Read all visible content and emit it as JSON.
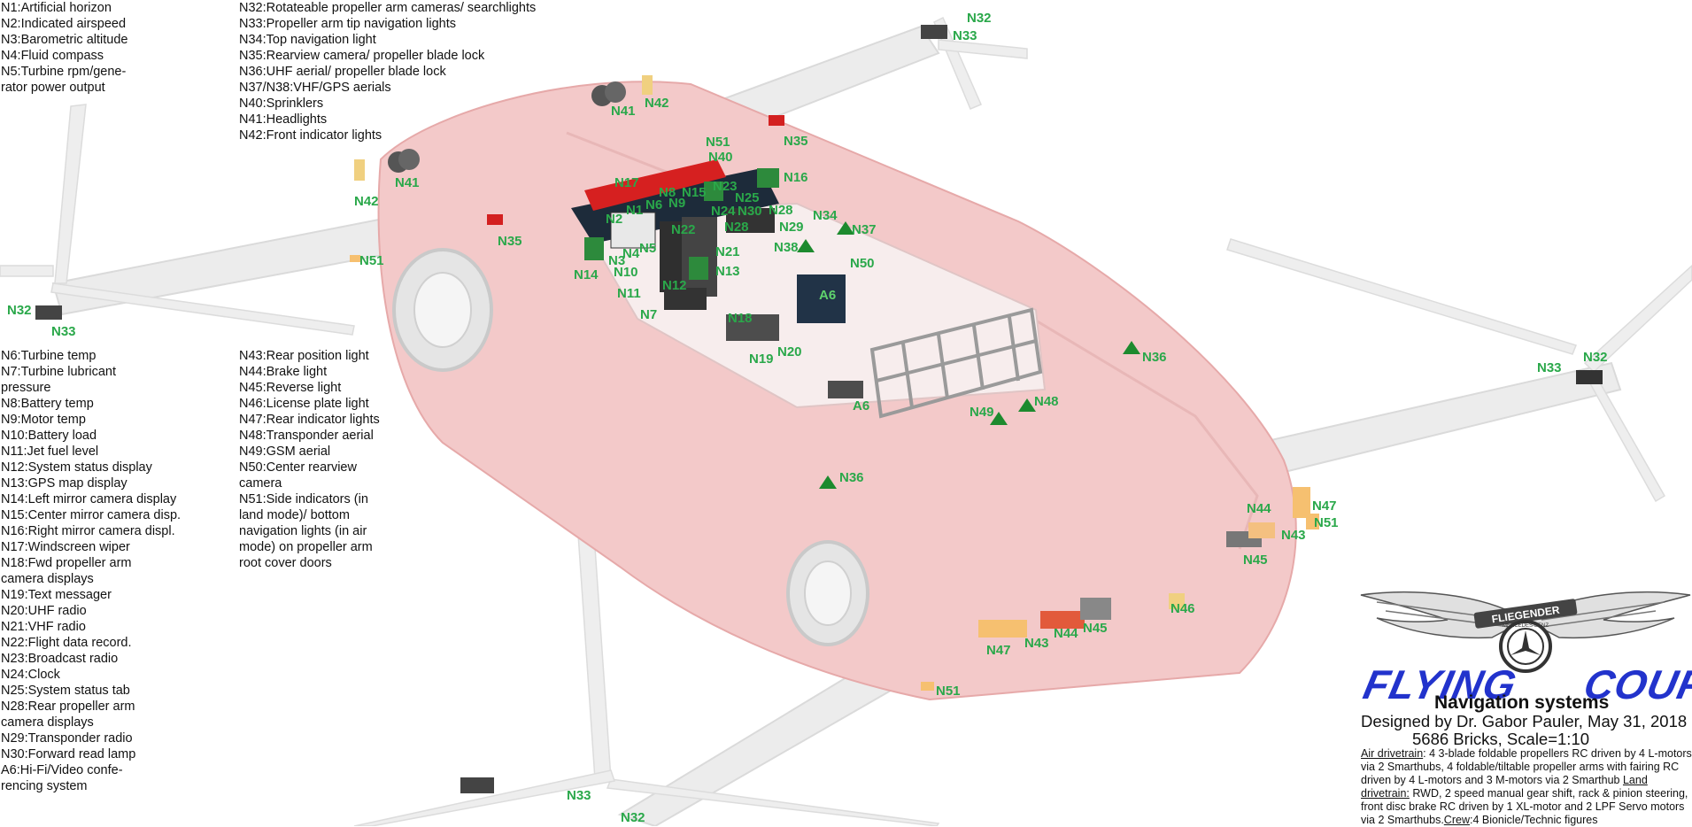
{
  "legend": {
    "col1": [
      "N1:Artificial horizon",
      "N2:Indicated airspeed",
      "N3:Barometric altitude",
      "N4:Fluid compass",
      "N5:Turbine rpm/gene-\nrator power output"
    ],
    "col2": [
      "N32:Rotateable propeller arm cameras/ searchlights",
      "N33:Propeller arm tip navigation lights",
      "N34:Top navigation light",
      "N35:Rearview camera/ propeller blade lock",
      "N36:UHF aerial/ propeller blade lock",
      "N37/N38:VHF/GPS aerials",
      "N40:Sprinklers",
      "N41:Headlights",
      "N42:Front indicator lights"
    ],
    "col3": [
      "N6:Turbine temp",
      "N7:Turbine lubricant\npressure",
      "N8:Battery temp",
      "N9:Motor temp",
      "N10:Battery load",
      "N11:Jet fuel level",
      "N12:System status display",
      "N13:GPS map display",
      "N14:Left mirror camera display",
      "N15:Center mirror camera disp.",
      "N16:Right mirror camera displ.",
      "N17:Windscreen wiper",
      "N18:Fwd propeller arm\ncamera displays",
      "N19:Text messager",
      "N20:UHF radio",
      "N21:VHF radio",
      "N22:Flight data record.",
      "N23:Broadcast radio",
      "N24:Clock",
      "N25:System status tab",
      "N28:Rear propeller arm\ncamera displays",
      "N29:Transponder radio",
      "N30:Forward read lamp",
      "A6:Hi-Fi/Video confe-\nrencing system"
    ],
    "col4": [
      "N43:Rear position light",
      "N44:Brake light",
      "N45:Reverse light",
      "N46:License plate light",
      "N47:Rear indicator lights",
      "N48:Transponder aerial",
      "N49:GSM aerial",
      "N50:Center rearview\ncamera",
      "N51:Side indicators (in\nland mode)/ bottom\nnavigation lights (in air\nmode) on propeller arm\nroot cover doors"
    ]
  },
  "callouts": [
    "N32",
    "N33",
    "N41",
    "N42",
    "N35",
    "N51",
    "N40",
    "N16",
    "N17",
    "N8",
    "N15",
    "N23",
    "N25",
    "N24",
    "N30",
    "N28",
    "N1",
    "N6",
    "N9",
    "N2",
    "N29",
    "N34",
    "N37",
    "N3",
    "N4",
    "N5",
    "N22",
    "N21",
    "N38",
    "N50",
    "N14",
    "N10",
    "N13",
    "N11",
    "N12",
    "N7",
    "A6",
    "N18",
    "N20",
    "N19",
    "N36",
    "N49",
    "N48",
    "N44",
    "N47",
    "N43",
    "N45",
    "N46",
    "N43",
    "N44",
    "N45",
    "N47",
    "N51",
    "N36",
    "N33",
    "N32",
    "N32",
    "N33",
    "N35",
    "N42",
    "N41",
    "N51",
    "A6",
    "N28",
    "N32",
    "N33",
    "N51"
  ],
  "logo": {
    "badge_text": "FLIEGENDER",
    "emblem_text": "MERCEDES-BENZ",
    "title_left": "FLYING",
    "title_right": "COUPE",
    "subtitle": "Navigation systems",
    "designer": "Designed by Dr. Gabor Pauler, May 31, 2018",
    "bricks": "5686 Bricks, Scale=1:10"
  },
  "specs": [
    {
      "label": "Air drivetrain",
      "text": ": 4 3-blade foldable propellers RC driven by 4 L-motors via 2 Smarthubs, 4 foldable/tiltable propeller arms with fairing RC driven by 4 L-motors and 3 M-motors via 2 Smarthub"
    },
    {
      "label": "Land drivetrain:",
      "text": " RWD, 2 speed manual gear shift, rack & pinion steering, front disc brake RC driven by 1 XL-motor and 2 LPF Servo motors via 2 Smarthubs."
    },
    {
      "label": "Crew",
      "text": ":4 Bionicle/Technic figures"
    }
  ],
  "colors": {
    "callout_green": "#2aa84a",
    "car_body": "#f3c9c9",
    "title_blue": "#2233cc"
  }
}
